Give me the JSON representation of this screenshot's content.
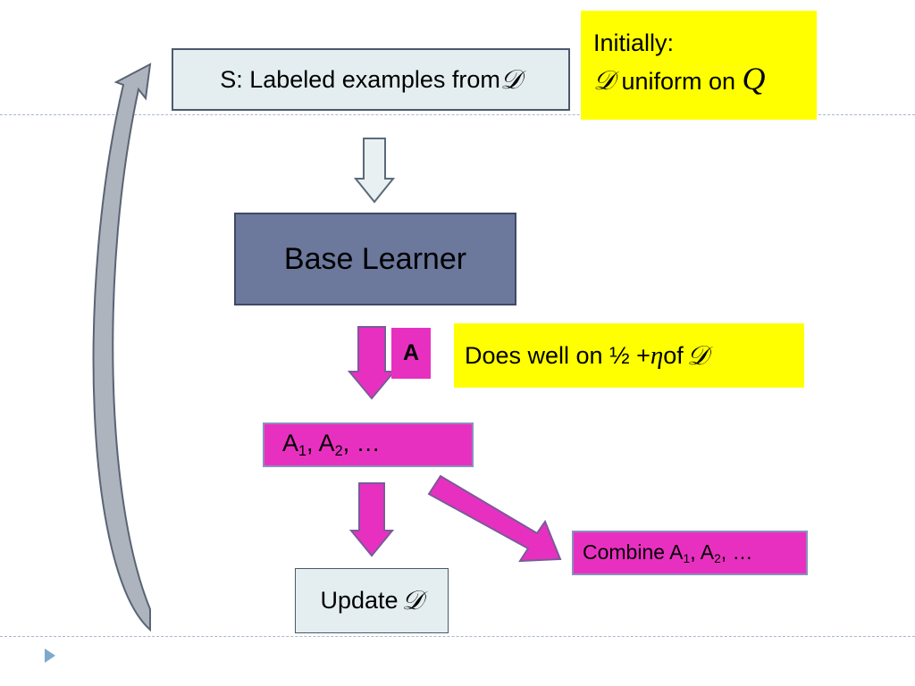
{
  "labeled_examples": {
    "text": "S: Labeled examples from ",
    "symbol": "𝒟"
  },
  "initially_note": {
    "line1": "Initially:",
    "line2_symbol": "𝒟",
    "line2_text": " uniform on ",
    "line2_set": "Q"
  },
  "base_learner": {
    "label": "Base Learner"
  },
  "arrow_marker": {
    "label": "A"
  },
  "does_well_note": {
    "text": "Does well on ½ + ",
    "eta": "η",
    "of_text": " of ",
    "symbol": "𝒟"
  },
  "hypotheses_box": {
    "a": "A",
    "sub1": "1",
    "sep": ", A",
    "sub2": "2",
    "tail": ", …"
  },
  "combine_box": {
    "prefix": "Combine A",
    "sub1": "1",
    "sep": ", A",
    "sub2": "2",
    "tail": ", …"
  },
  "update_box": {
    "text": "Update ",
    "symbol": "𝒟"
  },
  "colors": {
    "magenta": "#e830c0",
    "yellow": "#ffff00",
    "light_box": "#e4eef0",
    "base_learner": "#6c789c",
    "bullet": "#7fa8cc"
  }
}
